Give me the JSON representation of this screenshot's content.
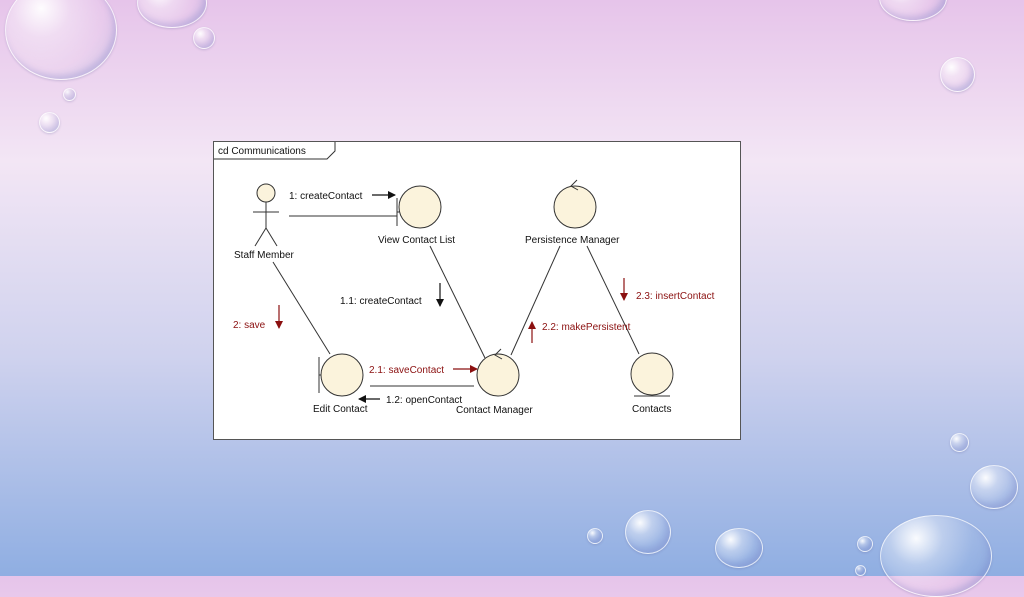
{
  "frame": {
    "title": "cd Communications"
  },
  "elements": {
    "staff_member": "Staff Member",
    "view_contact_list": "View Contact List",
    "persistence_manager": "Persistence Manager",
    "edit_contact": "Edit Contact",
    "contact_manager": "Contact Manager",
    "contacts": "Contacts"
  },
  "messages": {
    "m1": "1: createContact",
    "m1_1": "1.1: createContact",
    "m1_2": "1.2: openContact",
    "m2": "2: save",
    "m2_1": "2.1: saveContact",
    "m2_2": "2.2: makePersistent",
    "m2_3": "2.3: insertContact"
  },
  "colors": {
    "element_fill": "#fbf3dc",
    "message_black": "#111111",
    "message_red": "#8b1010"
  }
}
